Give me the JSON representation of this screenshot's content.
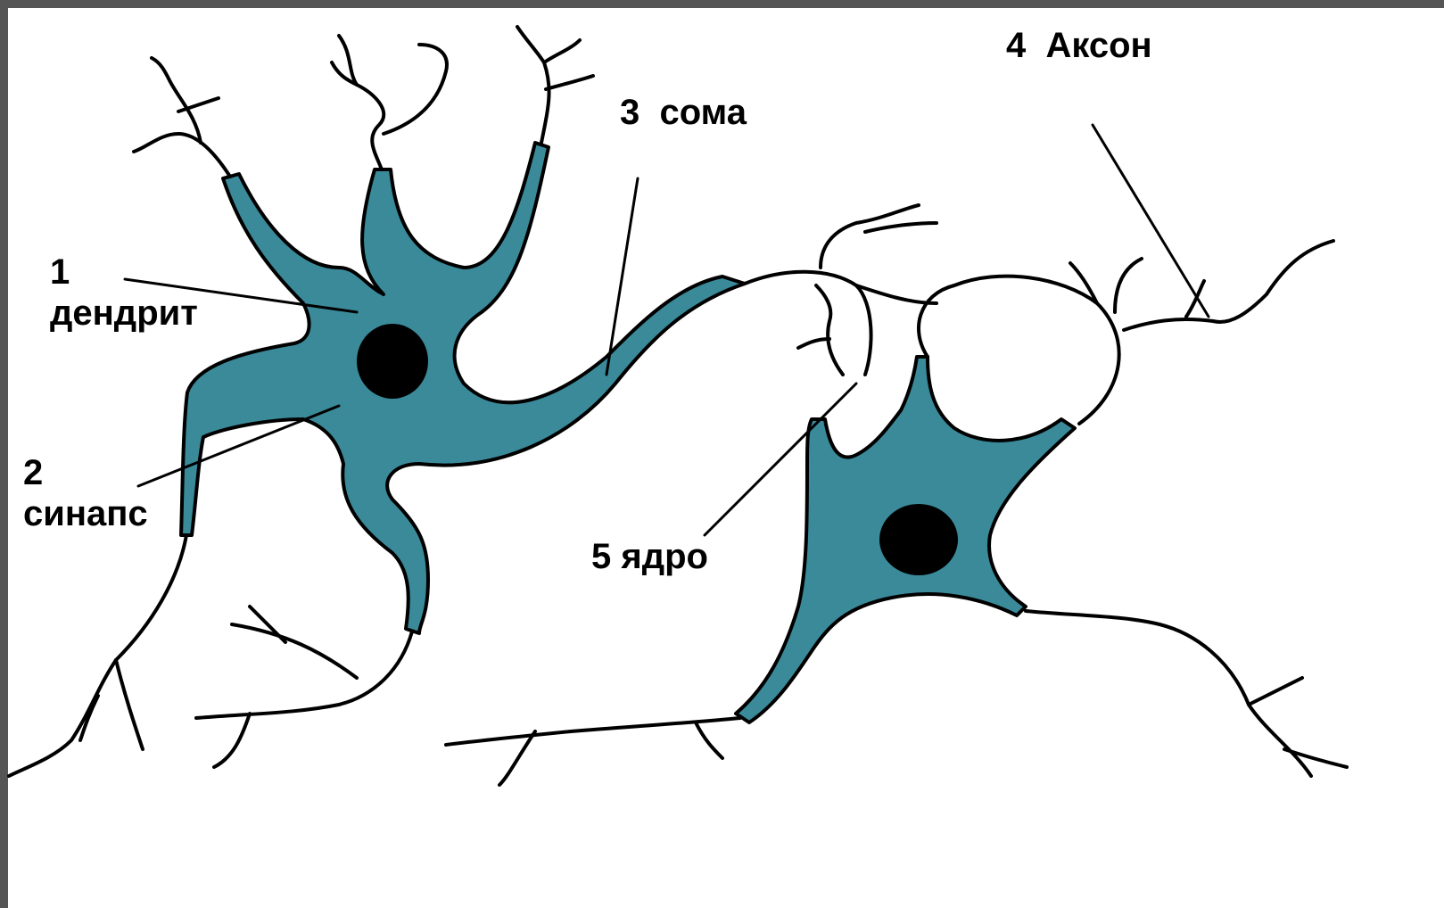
{
  "diagram": {
    "labels": {
      "dendrite": {
        "number": "1",
        "text": "дендрит"
      },
      "synapse": {
        "number": "2",
        "text": "синапс"
      },
      "soma": {
        "number": "3",
        "text": "сома"
      },
      "axon": {
        "number": "4",
        "text": "Аксон"
      },
      "nucleus": {
        "number": "5",
        "text": "ядро"
      }
    },
    "colors": {
      "cell_body": "#3a8a9a",
      "nucleus": "#000000",
      "outline": "#000000",
      "background": "#ffffff",
      "border": "#555555"
    }
  }
}
